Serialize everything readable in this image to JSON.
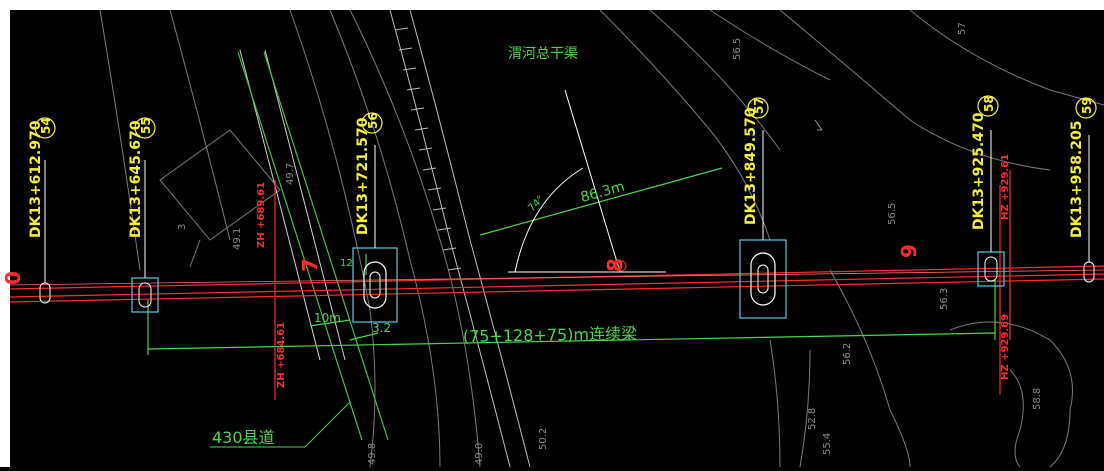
{
  "colors": {
    "background": "#000000",
    "frame": "#ffffff",
    "station_text": "#f5ef3a",
    "dimension": "#4ad64a",
    "alignment": "#ff2b2b",
    "pier": "#5fc9e6",
    "terrain": "#9a9a9a",
    "road": "#bcbcbc"
  },
  "labels": {
    "canal_name": "渭河总干渠",
    "road_name": "430县道",
    "bridge_span": "(75+128+75)m连续梁",
    "dist_86": "86.3m",
    "angle_74": "74°",
    "dim_10m": "10m",
    "dim_12": "12",
    "dim_32": "3.2",
    "km_7": "7",
    "km_8": "8",
    "km_9": "9",
    "km_0": "0"
  },
  "piers": [
    {
      "id": "54",
      "station": "DK13+612.970"
    },
    {
      "id": "55",
      "station": "DK13+645.670"
    },
    {
      "id": "56",
      "station": "DK13+721.570"
    },
    {
      "id": "57",
      "station": "DK13+849.570"
    },
    {
      "id": "58",
      "station": "DK13+925.470"
    },
    {
      "id": "59",
      "station": "DK13+958.205"
    }
  ],
  "curve_points": {
    "zh_upper": "ZH +689.61",
    "zh_lower": "ZH +684.61",
    "hz_upper": "HZ +929.61",
    "hz_lower": "HZ +929.69"
  },
  "elevations": [
    "56.5",
    "57",
    "49.7",
    "49.1",
    "56.5",
    "56.3",
    "56.2",
    "52.8",
    "55.4",
    "50.2",
    "49.0",
    "49.8",
    "58.8",
    "3"
  ],
  "icons": {
    "compass_arc": "angle-arc-icon",
    "north_arrow": "arrow-icon"
  }
}
